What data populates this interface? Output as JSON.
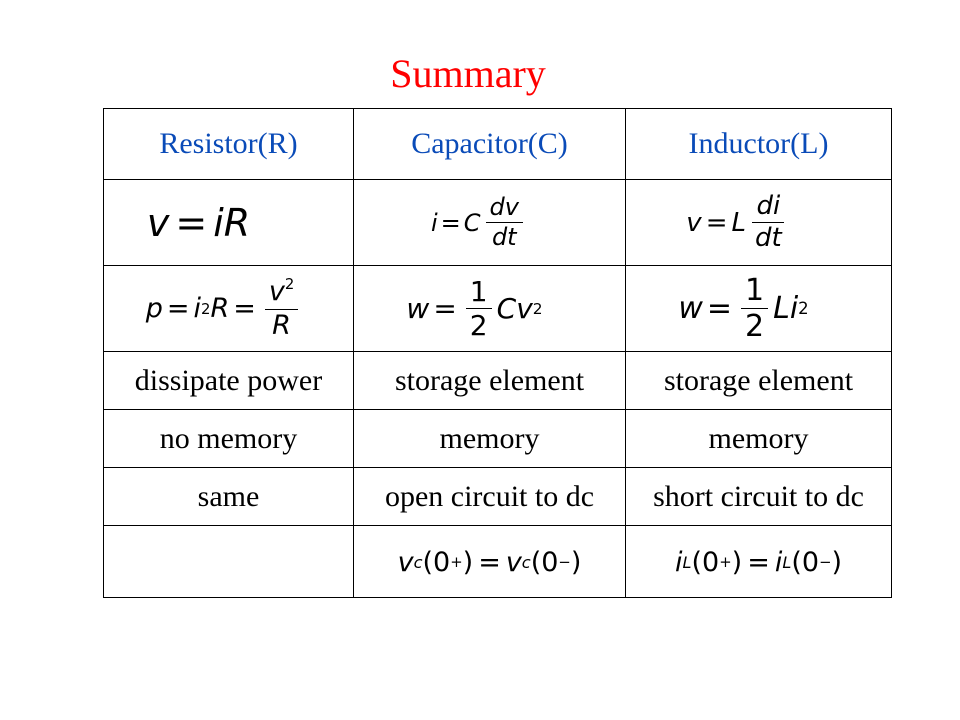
{
  "title": "Summary",
  "headers": [
    "Resistor(R)",
    "Capacitor(C)",
    "Inductor(L)"
  ],
  "rows": {
    "properties": [
      [
        "dissipate power",
        "storage element",
        "storage element"
      ],
      [
        "no memory",
        "memory",
        "memory"
      ],
      [
        "same",
        "open circuit to dc",
        "short circuit to dc"
      ]
    ]
  },
  "formulas": {
    "r_vir": {
      "v": "v",
      "eq": "=",
      "i": "i",
      "R": "R"
    },
    "c_current": {
      "i": "i",
      "eq": "=",
      "C": "C",
      "num": "dv",
      "den": "dt"
    },
    "l_voltage": {
      "v": "v",
      "eq": "=",
      "L": "L",
      "num": "di",
      "den": "dt"
    },
    "r_power": {
      "p": "p",
      "eq": "=",
      "i": "i",
      "sq": "2",
      "R": "R",
      "num_v": "v",
      "den": "R"
    },
    "c_energy": {
      "w": "w",
      "eq": "=",
      "num": "1",
      "den": "2",
      "C": "C",
      "v": "v",
      "sq": "2"
    },
    "l_energy": {
      "w": "w",
      "eq": "=",
      "num": "1",
      "den": "2",
      "L": "L",
      "i": "i",
      "sq": "2"
    },
    "c_continuity": {
      "v": "v",
      "sub": "c",
      "open": "(0",
      "plus": "+",
      "close": ")",
      "eq": "=",
      "minus": "−"
    },
    "l_continuity": {
      "i": "i",
      "sub": "L",
      "open": "(0",
      "plus": "+",
      "close": ")",
      "eq": "=",
      "minus": "−"
    }
  }
}
